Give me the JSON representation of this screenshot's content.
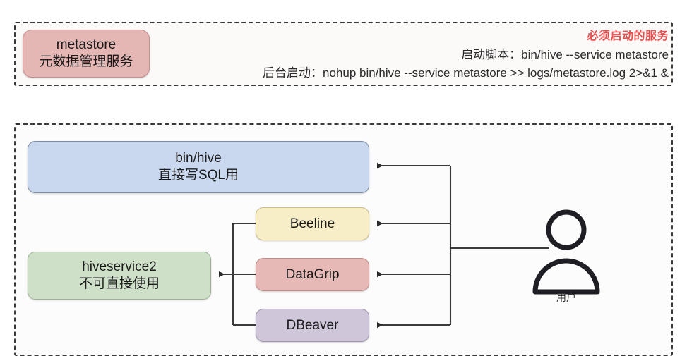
{
  "metastore_panel": {
    "node": {
      "title": "metastore",
      "subtitle": "元数据管理服务"
    },
    "must_start_label": "必须启动的服务",
    "start_script_line": "启动脚本：bin/hive --service metastore",
    "background_start_line": "后台启动：nohup bin/hive --service metastore >> logs/metastore.log 2>&1 &"
  },
  "clients_panel": {
    "bin_hive": {
      "title": "bin/hive",
      "subtitle": "直接写SQL用"
    },
    "hiveservice2": {
      "title": "hiveservice2",
      "subtitle": "不可直接使用"
    },
    "clients": [
      {
        "label": "Beeline"
      },
      {
        "label": "DataGrip"
      },
      {
        "label": "DBeaver"
      }
    ],
    "user": {
      "label": "用户",
      "icon": "user-icon"
    }
  },
  "colors": {
    "metastore_fill": "#e4b7b4",
    "bin_hive_fill": "#c9d8ef",
    "hiveservice2_fill": "#cfe0c8",
    "beeline_fill": "#f7edc6",
    "datagrip_fill": "#e7b9b6",
    "dbeaver_fill": "#cfc6da",
    "alert_text": "#e8504f",
    "wire_stroke": "#3a3a3a",
    "dashed_border": "#3a3a3a"
  }
}
